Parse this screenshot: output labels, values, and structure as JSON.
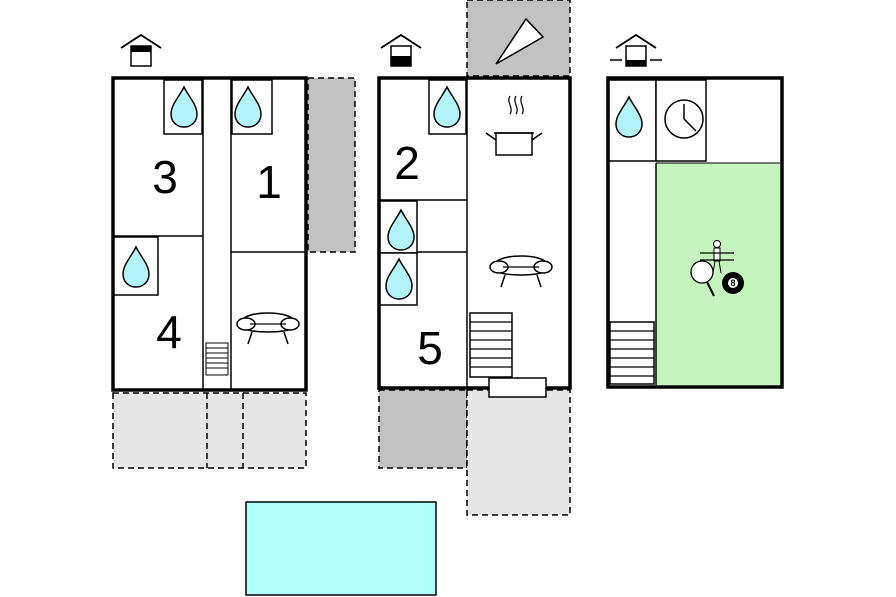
{
  "rooms": [
    {
      "id": "room-1",
      "label": "1"
    },
    {
      "id": "room-2",
      "label": "2"
    },
    {
      "id": "room-3",
      "label": "3"
    },
    {
      "id": "room-4",
      "label": "4"
    },
    {
      "id": "room-5",
      "label": "5"
    }
  ],
  "billiard_ball": "8",
  "colors": {
    "wall": "#000000",
    "water": "#b2f4fa",
    "terrace_dark": "#c2c2c2",
    "terrace_light": "#e6e6e6",
    "garden": "#c4f5bd",
    "pool": "#b2ffff"
  },
  "icons": [
    "floor-level-icon",
    "bathroom-drop-icon",
    "cooking-pot-icon",
    "sofa-icon",
    "clock-icon",
    "table-football-icon",
    "table-tennis-icon",
    "billiard-ball-icon",
    "staircase-icon",
    "compass-icon"
  ]
}
